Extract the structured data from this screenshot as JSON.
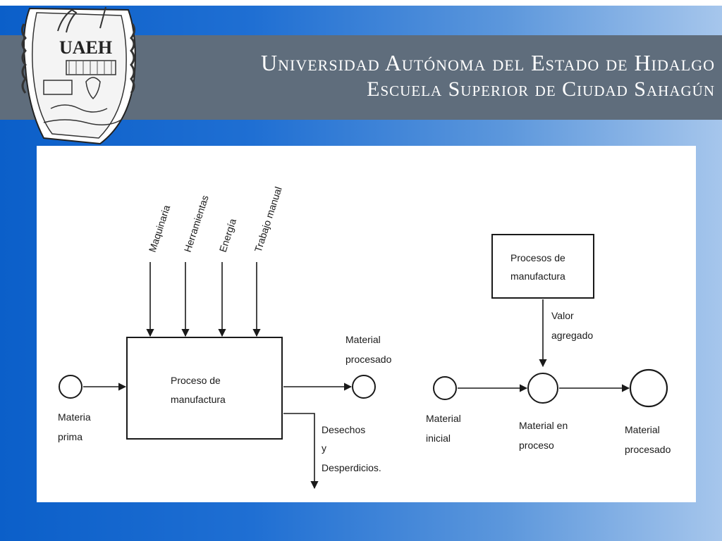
{
  "header": {
    "line1": "Universidad Autónoma del Estado de Hidalgo",
    "line2": "Escuela Superior de Ciudad Sahagún"
  },
  "logo": {
    "text": "UAEH",
    "icon": "university-seal-icon"
  },
  "diagram_left": {
    "inputs": [
      "Maquinaria",
      "Herramientas",
      "Energía",
      "Trabajo manual"
    ],
    "process": [
      "Proceso de",
      "manufactura"
    ],
    "start": [
      "Materia",
      "prima"
    ],
    "output": [
      "Material",
      "procesado"
    ],
    "waste": [
      "Desechos",
      "y",
      "Desperdicios."
    ]
  },
  "diagram_right": {
    "process": [
      "Procesos de",
      "manufactura"
    ],
    "value": [
      "Valor",
      "agregado"
    ],
    "start": [
      "Material",
      "inicial"
    ],
    "middle": [
      "Material en",
      "proceso"
    ],
    "end": [
      "Material",
      "procesado"
    ]
  },
  "colors": {
    "background_left": "#0b5fc9",
    "background_right": "#a6c6ec",
    "header_band": "#5f6d7c",
    "panel": "#ffffff",
    "ink": "#1a1a1a"
  }
}
